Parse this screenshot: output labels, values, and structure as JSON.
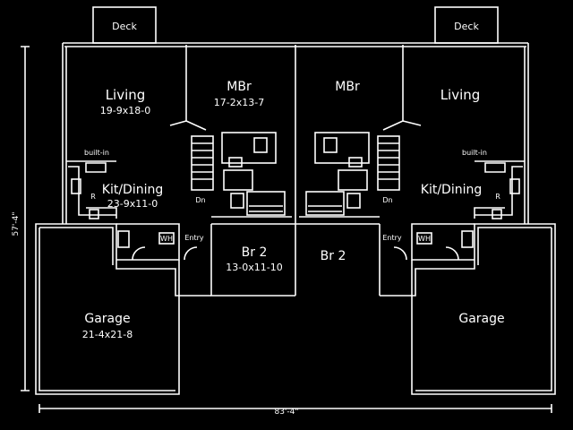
{
  "plan": {
    "decks": {
      "left": "Deck",
      "right": "Deck"
    },
    "left_unit": {
      "living": {
        "name": "Living",
        "dims": "19-9x18-0"
      },
      "master_bedroom": {
        "name": "MBr",
        "dims": "17-2x13-7"
      },
      "kitchen_dining": {
        "name": "Kit/Dining",
        "dims": "23-9x11-0"
      },
      "built_in": "built-in",
      "bedroom2": {
        "name": "Br 2",
        "dims": "13-0x11-10"
      },
      "garage": {
        "name": "Garage",
        "dims": "21-4x21-8"
      },
      "entry": "Entry",
      "dn": "Dn"
    },
    "right_unit": {
      "living": {
        "name": "Living"
      },
      "master_bedroom": {
        "name": "MBr"
      },
      "kitchen_dining": {
        "name": "Kit/Dining"
      },
      "built_in": "built-in",
      "bedroom2": {
        "name": "Br 2"
      },
      "garage": {
        "name": "Garage"
      },
      "entry": "Entry",
      "dn": "Dn"
    },
    "dimension_width": "83'-4\"",
    "dimension_depth": "57'-4\"",
    "fixture_labels": {
      "ref": "R",
      "wh": "WH"
    }
  }
}
